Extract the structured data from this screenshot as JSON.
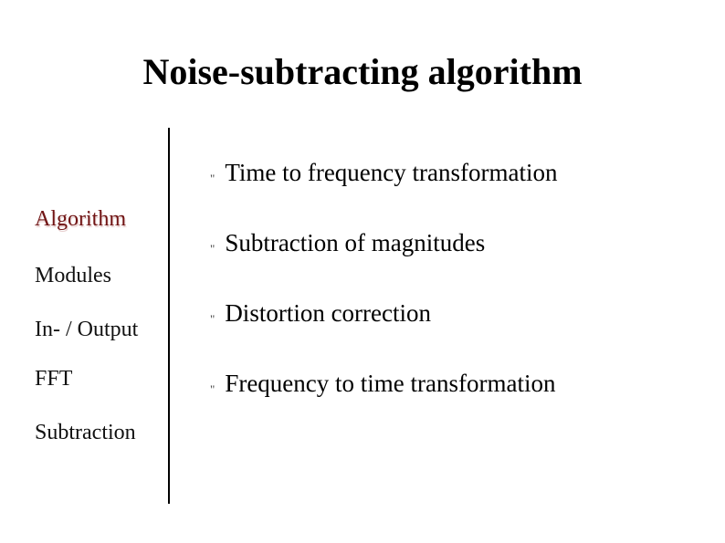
{
  "title": "Noise-subtracting algorithm",
  "sidebar": {
    "items": [
      {
        "label": "Algorithm",
        "active": true
      },
      {
        "label": "Modules",
        "active": false
      },
      {
        "label": "In- / Output",
        "active": false
      },
      {
        "label": "FFT",
        "active": false
      },
      {
        "label": "Subtraction",
        "active": false
      }
    ]
  },
  "bullets": {
    "marker_glyph": "\"",
    "items": [
      {
        "text": "Time to frequency transformation"
      },
      {
        "text": "Subtraction of magnitudes"
      },
      {
        "text": "Distortion correction"
      },
      {
        "text": "Frequency to time transformation"
      }
    ]
  },
  "colors": {
    "background": "#ffffff",
    "text": "#000000",
    "divider": "#000000",
    "active_item": "#701414"
  }
}
